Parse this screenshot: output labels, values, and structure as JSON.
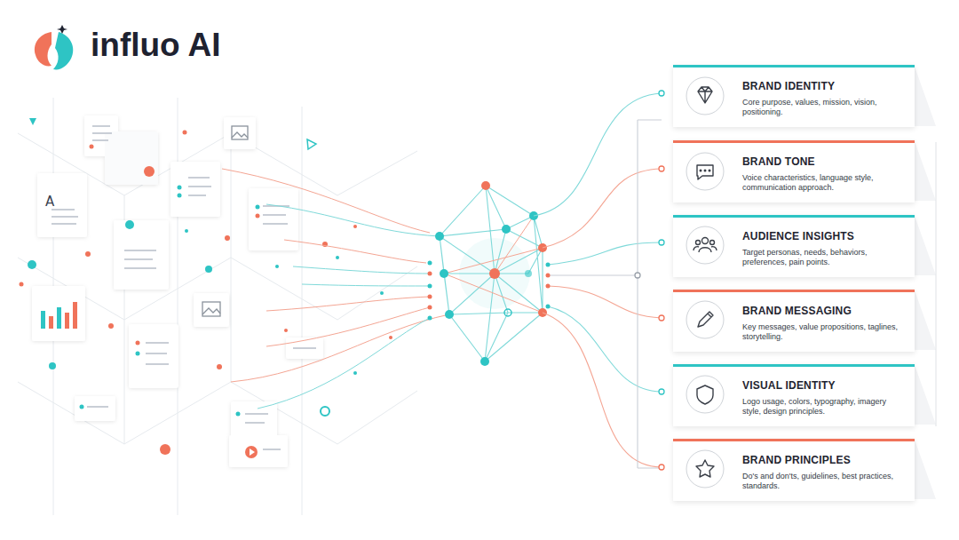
{
  "diagram": {
    "title": "influo AI",
    "nodes": [
      {
        "text": [
          "BRAND IDENTITY",
          "Core purpose, values, mission, vision, positioning."
        ]
      },
      {
        "text": [
          "BRAND TONE",
          "Voice characteristics, language style, communication approach."
        ]
      },
      {
        "text": [
          "AUDIENCE INSIGHTS",
          "Target personas, needs, behaviors, preferences, pain points."
        ]
      },
      {
        "text": [
          "BRAND MESSAGING",
          "Key messages, value propositions, taglines, storytelling."
        ]
      },
      {
        "text": [
          "VISUAL IDENTITY",
          "Logo usage, colors, typography, imagery style, design principles."
        ]
      },
      {
        "text": [
          "BRAND PRINCIPLES",
          "Do's and don'ts, guidelines, best practices, standards."
        ]
      }
    ],
    "labels": [
      "A"
    ]
  }
}
